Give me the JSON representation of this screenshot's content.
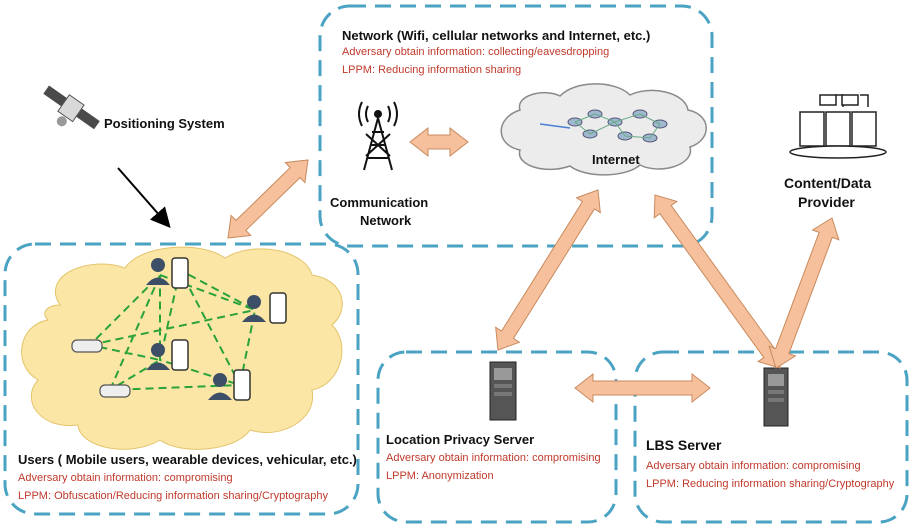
{
  "network": {
    "title": "Network (Wifi, cellular networks and Internet, etc.)",
    "adversary": "Adversary obtain information: collecting/eavesdropping",
    "lppm": "LPPM: Reducing information sharing",
    "internet": "Internet",
    "comm_line1": "Communication",
    "comm_line2": "Network"
  },
  "positioning": {
    "label": "Positioning System"
  },
  "provider": {
    "line1": "Content/Data",
    "line2": "Provider"
  },
  "users": {
    "title": "Users ( Mobile users, wearable  devices, vehicular, etc.)",
    "adversary": "Adversary obtain information: compromising",
    "lppm": "LPPM: Obfuscation/Reducing information sharing/Cryptography"
  },
  "lps": {
    "title": "Location Privacy Server",
    "adversary": "Adversary obtain information: compromising",
    "lppm": "LPPM: Anonymization"
  },
  "lbs": {
    "title": "LBS Server",
    "adversary": "Adversary obtain information: compromising",
    "lppm": "LPPM: Reducing information sharing/Cryptography"
  },
  "colors": {
    "dash": "#4aa3c2",
    "arrow": "#f5c09b",
    "arrow_stroke": "#c98a5e",
    "cloud": "#fbe6a6",
    "text_red": "#c0392b"
  }
}
